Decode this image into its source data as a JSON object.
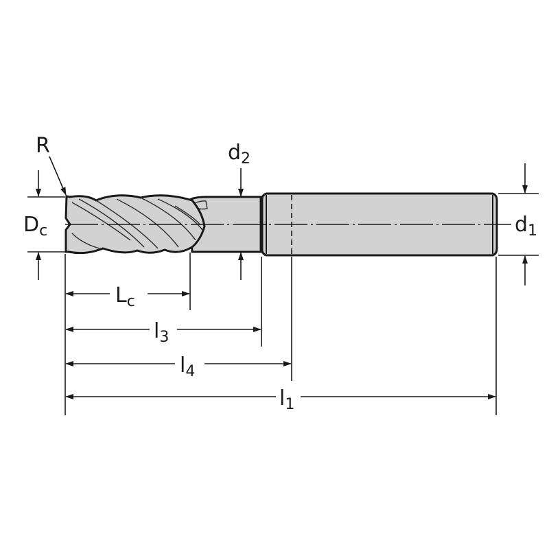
{
  "diagram": {
    "title": "End mill dimensions",
    "colors": {
      "body": "#d2d2d2",
      "line": "#1a1a1a"
    },
    "labels": {
      "R": {
        "main": "R"
      },
      "Dc": {
        "main": "D",
        "sub": "c"
      },
      "d2": {
        "main": "d",
        "sub": "2"
      },
      "d1": {
        "main": "d",
        "sub": "1"
      },
      "Lc": {
        "main": "L",
        "sub": "c"
      },
      "l3": {
        "main": "l",
        "sub": "3"
      },
      "l4": {
        "main": "l",
        "sub": "4"
      },
      "l1": {
        "main": "l",
        "sub": "1"
      }
    }
  }
}
